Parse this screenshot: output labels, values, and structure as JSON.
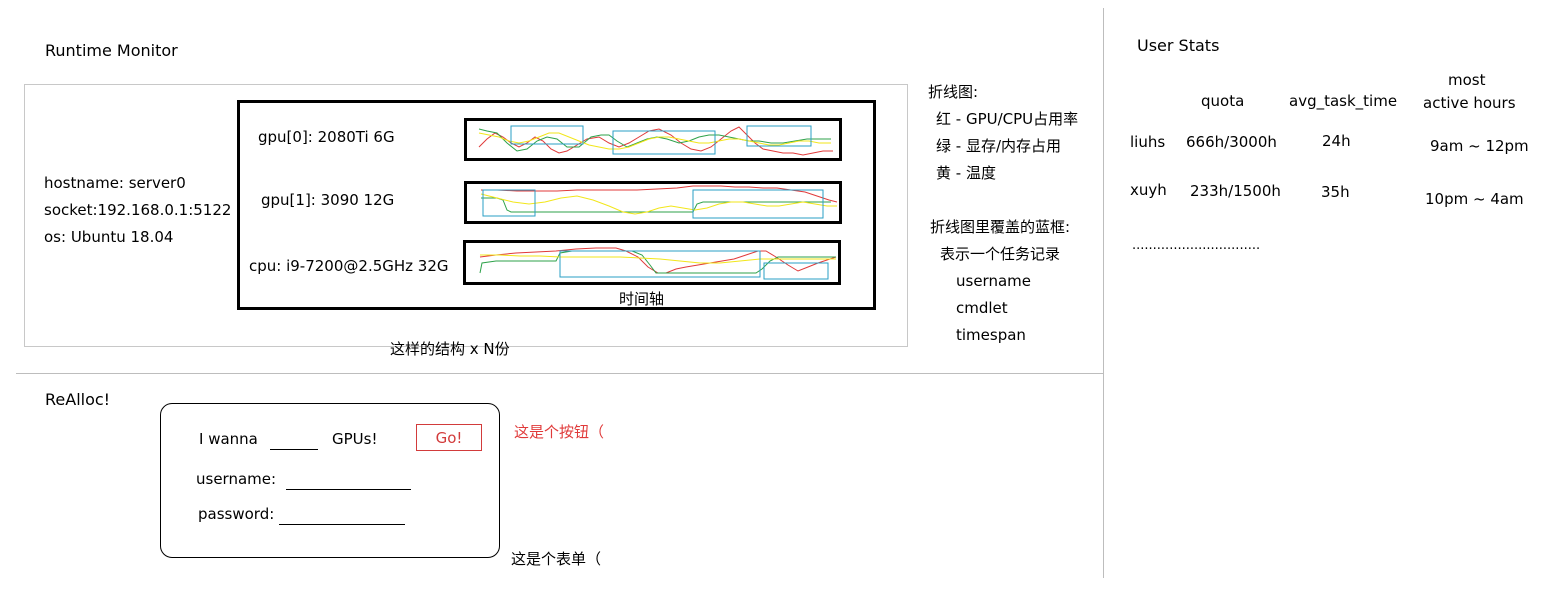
{
  "runtime_monitor": {
    "title": "Runtime Monitor",
    "host": {
      "hostname": "hostname: server0",
      "socket": "socket:192.168.0.1:5122",
      "os": "os: Ubuntu 18.04"
    },
    "devices": [
      {
        "label": "gpu[0]: 2080Ti 6G"
      },
      {
        "label": "gpu[1]: 3090 12G"
      },
      {
        "label": "cpu: i9-7200@2.5GHz 32G"
      }
    ],
    "time_axis_label": "时间轴",
    "repeat_note": "这样的结构 x N份"
  },
  "legend": {
    "heading": "折线图:",
    "lines": [
      "红 - GPU/CPU占用率",
      "绿 - 显存/内存占用",
      "黄 - 温度"
    ],
    "box_heading": "折线图里覆盖的蓝框:",
    "box_desc": "表示一个任务记录",
    "box_fields": [
      "username",
      "cmdlet",
      "timespan"
    ]
  },
  "colors": {
    "usage": "#e03a3a",
    "memory": "#2ea24a",
    "temperature": "#f2e61a",
    "task_box": "#2a9fc6",
    "annotation": "#e03a3a"
  },
  "user_stats": {
    "title": "User Stats",
    "headers": {
      "quota": "quota",
      "avg_task_time": "avg_task_time",
      "most": "most",
      "active_hours": "active hours"
    },
    "rows": [
      {
        "user": "liuhs",
        "quota": "666h/3000h",
        "avg_task_time": "24h",
        "active_hours": "9am ~ 12pm"
      },
      {
        "user": "xuyh",
        "quota": "233h/1500h",
        "avg_task_time": "35h",
        "active_hours": "10pm ~ 4am"
      }
    ],
    "ellipsis": "..............................."
  },
  "realloc": {
    "title": "ReAlloc!",
    "i_wanna": "I wanna",
    "gpus": "GPUs!",
    "go_label": "Go!",
    "username_label": "username:",
    "password_label": "password:",
    "button_note": "这是个按钮（",
    "form_note": "这是个表单（"
  }
}
